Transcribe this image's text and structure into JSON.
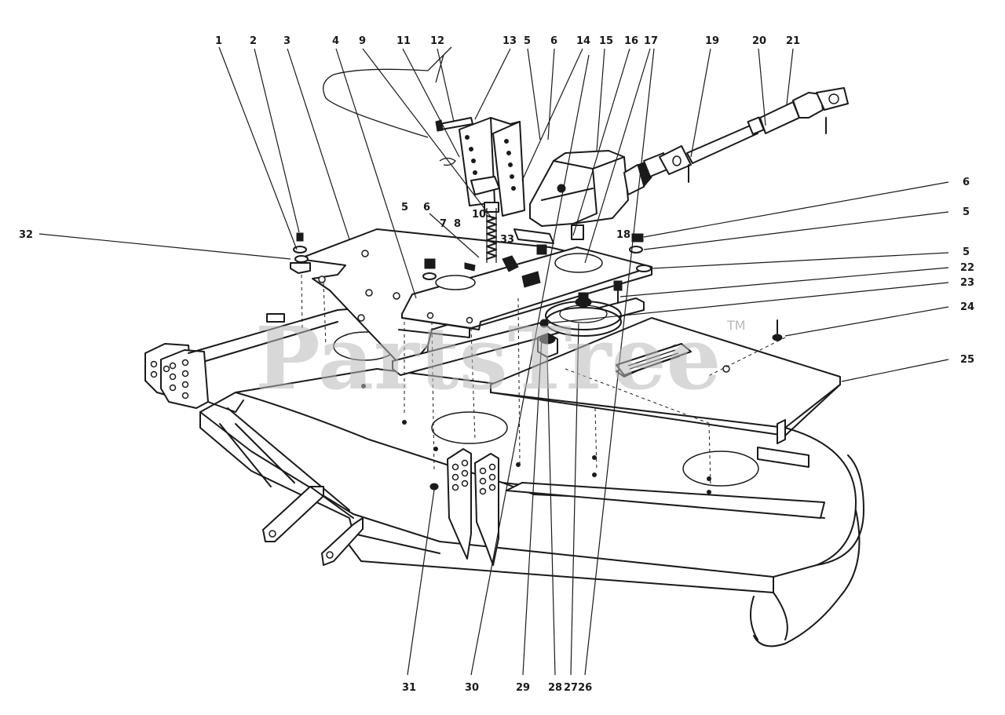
{
  "watermark": {
    "text": "PartsTree",
    "trademark": "TM"
  },
  "callouts": {
    "c1": "1",
    "c2": "2",
    "c3": "3",
    "c4": "4",
    "c9": "9",
    "c11": "11",
    "c12": "12",
    "c13": "13",
    "c5a": "5",
    "c6a": "6",
    "c14": "14",
    "c15": "15",
    "c16": "16",
    "c17": "17",
    "c19": "19",
    "c20": "20",
    "c21": "21",
    "c32": "32",
    "c5b": "5",
    "c6b": "6",
    "c7": "7",
    "c8": "8",
    "c10": "10",
    "c33": "33",
    "c18": "18",
    "c6c": "6",
    "c5c": "5",
    "c5d": "5",
    "c22": "22",
    "c23": "23",
    "c24": "24",
    "c25": "25",
    "c31": "31",
    "c30": "30",
    "c29": "29",
    "c28": "28",
    "c2726": "2726"
  },
  "label_plate": {
    "heading": "",
    "lines": []
  }
}
